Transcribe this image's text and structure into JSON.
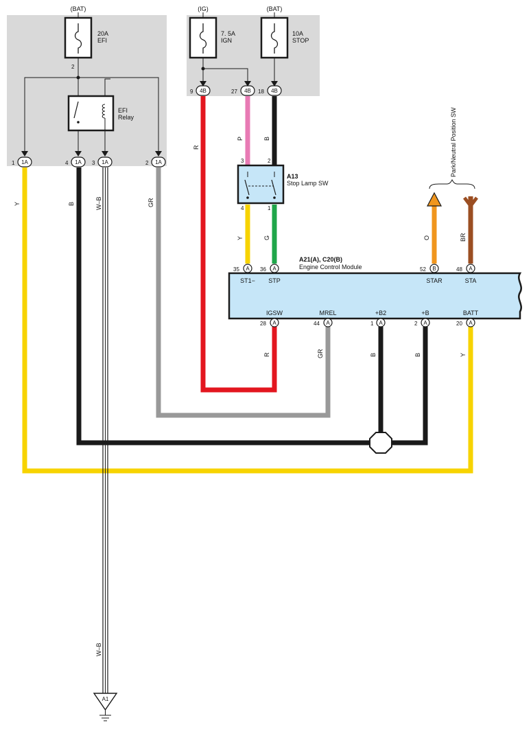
{
  "fuses": {
    "efi": {
      "source": "(BAT)",
      "rating": "20A",
      "name": "EFI",
      "pin": "2"
    },
    "ign": {
      "source": "(IG)",
      "rating": "7. 5A",
      "name": "IGN"
    },
    "stop": {
      "source": "(BAT)",
      "rating": "10A",
      "name": "STOP"
    }
  },
  "relay": {
    "line1": "EFI",
    "line2": "Relay"
  },
  "connectors": {
    "c1a_1": {
      "num": "1",
      "id": "1A"
    },
    "c1a_4": {
      "num": "4",
      "id": "1A"
    },
    "c1a_3": {
      "num": "3",
      "id": "1A"
    },
    "c1a_2": {
      "num": "2",
      "id": "1A"
    },
    "c4b_9": {
      "num": "9",
      "id": "4B"
    },
    "c4b_27": {
      "num": "27",
      "id": "4B"
    },
    "c4b_18": {
      "num": "18",
      "id": "4B"
    }
  },
  "stop_lamp_sw": {
    "id": "A13",
    "name": "Stop Lamp SW",
    "pin_left": "3",
    "pin_right": "2",
    "pin_left_bottom": "4",
    "pin_right_bottom": "1"
  },
  "park_neutral": {
    "name": "Park/Neutral Position SW"
  },
  "ecm": {
    "id": "A21(A), C20(B)",
    "name": "Engine Control Module",
    "top_pins": [
      {
        "num": "35",
        "conn": "A",
        "label": "ST1−"
      },
      {
        "num": "36",
        "conn": "A",
        "label": "STP"
      },
      {
        "num": "52",
        "conn": "B",
        "label": "STAR"
      },
      {
        "num": "48",
        "conn": "A",
        "label": "STA"
      }
    ],
    "bottom_pins": [
      {
        "num": "28",
        "conn": "A",
        "label": "IGSW"
      },
      {
        "num": "44",
        "conn": "A",
        "label": "MREL"
      },
      {
        "num": "1",
        "conn": "A",
        "label": "+B2"
      },
      {
        "num": "2",
        "conn": "A",
        "label": "+B"
      },
      {
        "num": "20",
        "conn": "A",
        "label": "BATT"
      }
    ]
  },
  "wire_colors": {
    "y1": "Y",
    "b1": "B",
    "wb1": "W–B",
    "gr1": "GR",
    "r1": "R",
    "p1": "P",
    "b2": "B",
    "y2": "Y",
    "g1": "G",
    "o1": "O",
    "br1": "BR",
    "r2": "R",
    "gr2": "GR",
    "b3": "B",
    "b4": "B",
    "y3": "Y",
    "wb2": "W–B"
  },
  "ground": {
    "id": "A1"
  },
  "colors": {
    "yellow": "#f7d300",
    "black": "#1a1a1a",
    "red": "#e3161f",
    "pink": "#e87ab4",
    "green": "#1fa64a",
    "gray": "#999999",
    "orange": "#f0961e",
    "brown": "#9b4e22",
    "ecm_fill": "#c6e6f8",
    "box_fill": "#d9d9d9"
  }
}
